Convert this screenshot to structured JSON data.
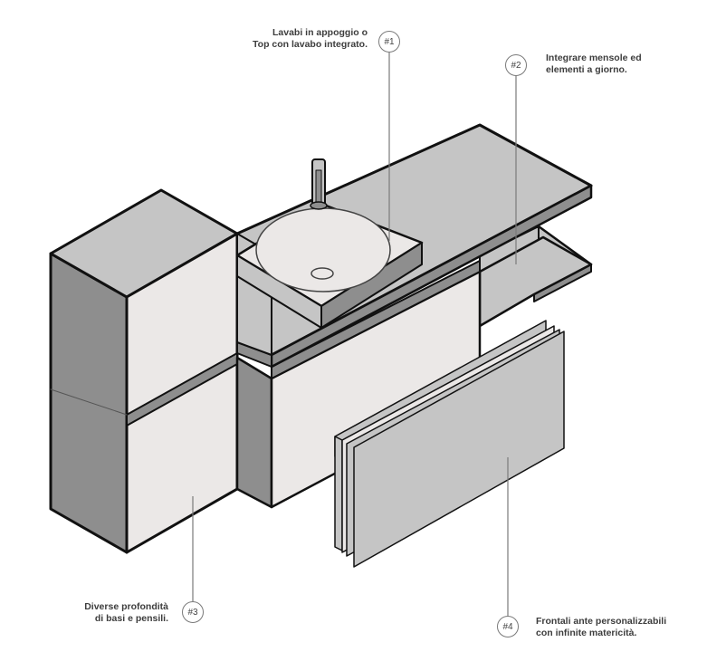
{
  "annotations": [
    {
      "id": "1",
      "badge": "#1",
      "lines": [
        "Lavabi in appoggio o",
        "Top con lavabo integrato."
      ]
    },
    {
      "id": "2",
      "badge": "#2",
      "lines": [
        "Integrare mensole ed",
        "elementi a giorno."
      ]
    },
    {
      "id": "3",
      "badge": "#3",
      "lines": [
        "Diverse profondità",
        "di basi e pensili."
      ]
    },
    {
      "id": "4",
      "badge": "#4",
      "lines": [
        "Frontali ante personalizzabili",
        "con infinite matericità."
      ]
    }
  ],
  "colors": {
    "outline": "#111111",
    "light_face": "#ebe8e7",
    "mid_face": "#c5c5c5",
    "dark_face": "#8e8e8e",
    "leader": "#7a7a7a"
  }
}
